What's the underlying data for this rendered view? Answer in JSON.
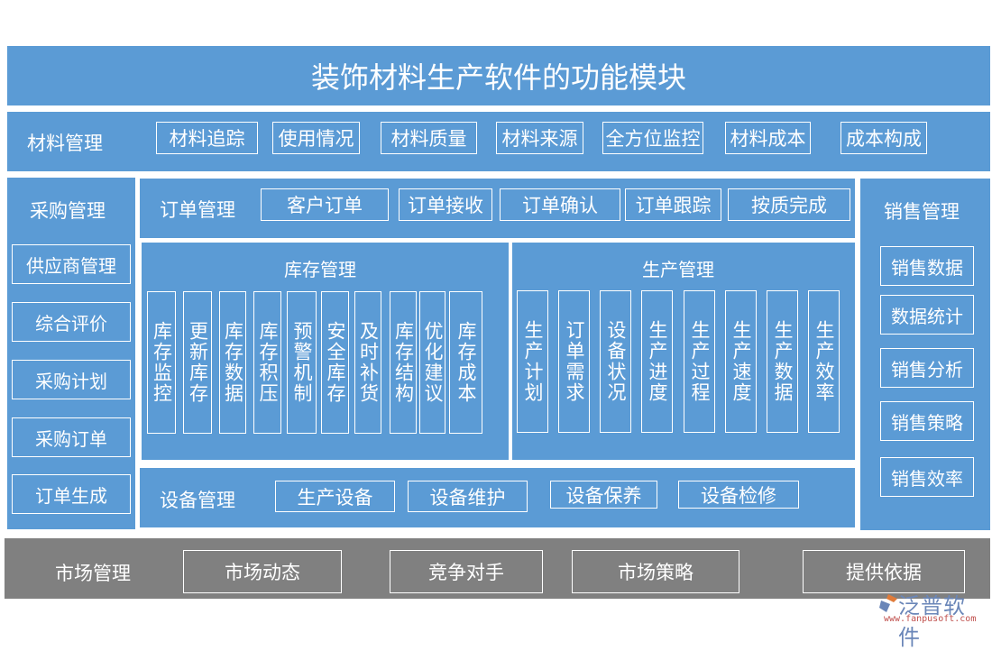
{
  "title": "装饰材料生产软件的功能模块",
  "material": {
    "label": "材料管理",
    "items": [
      "材料追踪",
      "使用情况",
      "材料质量",
      "材料来源",
      "全方位监控",
      "材料成本",
      "成本构成"
    ]
  },
  "purchase": {
    "label": "采购管理",
    "items": [
      "供应商管理",
      "综合评价",
      "采购计划",
      "采购订单",
      "订单生成"
    ]
  },
  "order": {
    "label": "订单管理",
    "items": [
      "客户订单",
      "订单接收",
      "订单确认",
      "订单跟踪",
      "按质完成"
    ]
  },
  "inventory": {
    "label": "库存管理",
    "items": [
      "库存监控",
      "更新库存",
      "库存数据",
      "库存积压",
      "预警机制",
      "安全库存",
      "及时补货",
      "库存结构",
      "优化建议",
      "库存成本"
    ]
  },
  "production": {
    "label": "生产管理",
    "items": [
      "生产计划",
      "订单需求",
      "设备状况",
      "生产进度",
      "生产过程",
      "生产速度",
      "生产数据",
      "生产效率"
    ]
  },
  "equipment": {
    "label": "设备管理",
    "items": [
      "生产设备",
      "设备维护",
      "设备保养",
      "设备检修"
    ]
  },
  "sales": {
    "label": "销售管理",
    "items": [
      "销售数据",
      "数据统计",
      "销售分析",
      "销售策略",
      "销售效率"
    ]
  },
  "market": {
    "label": "市场管理",
    "items": [
      "市场动态",
      "竞争对手",
      "市场策略",
      "提供依据"
    ]
  },
  "logo": {
    "name": "泛普软件",
    "url": "www.fanpusoft.com"
  },
  "colors": {
    "block_blue": "#5b9bd5",
    "market_gray": "#808080",
    "border": "#ffffff"
  }
}
